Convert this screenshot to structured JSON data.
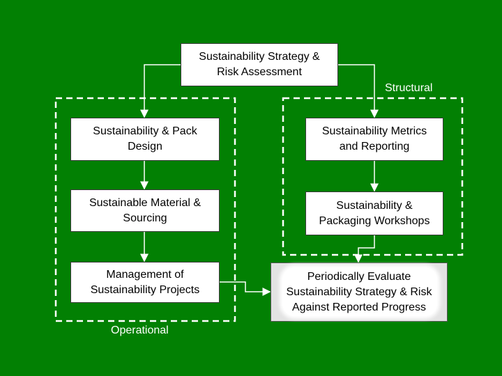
{
  "colors": {
    "background": "#028003",
    "box": "#ffffff",
    "evaluate_box": "#e3e3e3",
    "lines": "#ffffff"
  },
  "nodes": {
    "strategy": "Sustainability Strategy &\nRisk Assessment",
    "pack_design": "Sustainability & Pack\nDesign",
    "material_sourcing": "Sustainable Material &\nSourcing",
    "project_management": "Management of\nSustainability Projects",
    "metrics_reporting": "Sustainability Metrics\nand Reporting",
    "workshops": "Sustainability &\nPackaging Workshops",
    "evaluate": "Periodically Evaluate\nSustainability Strategy & Risk\nAgainst Reported Progress"
  },
  "groups": {
    "operational": "Operational",
    "structural": "Structural"
  }
}
